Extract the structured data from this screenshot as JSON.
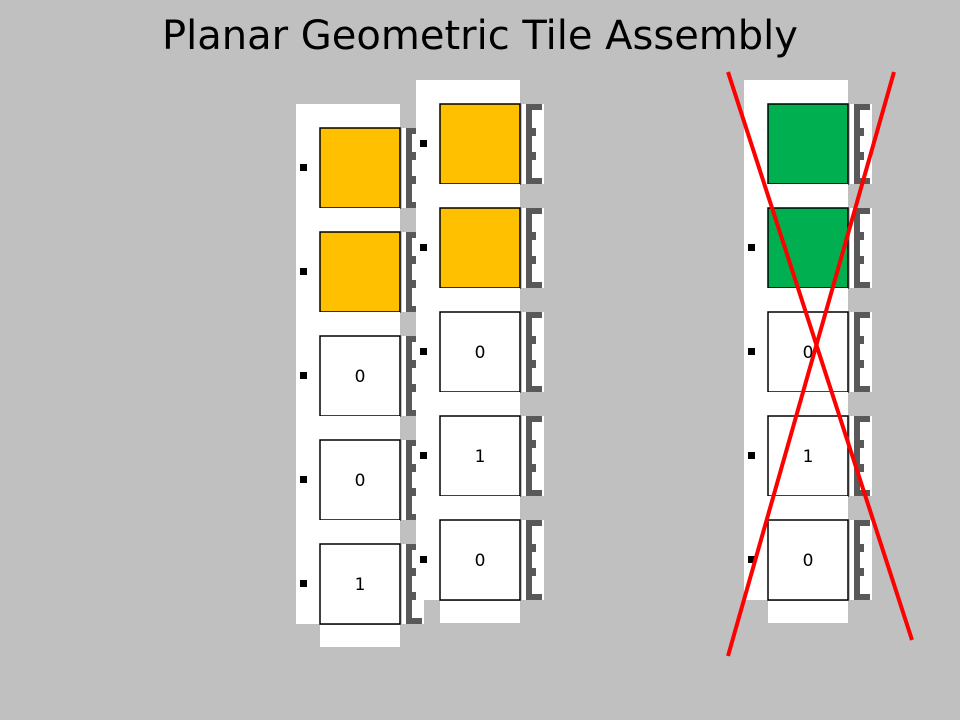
{
  "title": "Planar Geometric Tile Assembly",
  "colors": {
    "background": "#c0c0c0",
    "seed_fill": "#ffc000",
    "invalid_fill": "#00b050",
    "tile_fill": "#ffffff",
    "glue": "#595959",
    "cross": "#ff0000"
  },
  "columns": [
    {
      "id": "left",
      "crossed": false,
      "tiles": [
        {
          "kind": "seed",
          "label": ""
        },
        {
          "kind": "seed",
          "label": ""
        },
        {
          "kind": "bit",
          "label": "0"
        },
        {
          "kind": "bit",
          "label": "0"
        },
        {
          "kind": "bit",
          "label": "1"
        }
      ]
    },
    {
      "id": "middle",
      "crossed": false,
      "tiles": [
        {
          "kind": "seed",
          "label": ""
        },
        {
          "kind": "seed",
          "label": ""
        },
        {
          "kind": "bit",
          "label": "0"
        },
        {
          "kind": "bit",
          "label": "1"
        },
        {
          "kind": "bit",
          "label": "0"
        }
      ]
    },
    {
      "id": "right",
      "crossed": true,
      "tiles": [
        {
          "kind": "invalid",
          "label": ""
        },
        {
          "kind": "invalid",
          "label": ""
        },
        {
          "kind": "bit",
          "label": "0"
        },
        {
          "kind": "bit",
          "label": "1"
        },
        {
          "kind": "bit",
          "label": "0"
        }
      ]
    }
  ]
}
